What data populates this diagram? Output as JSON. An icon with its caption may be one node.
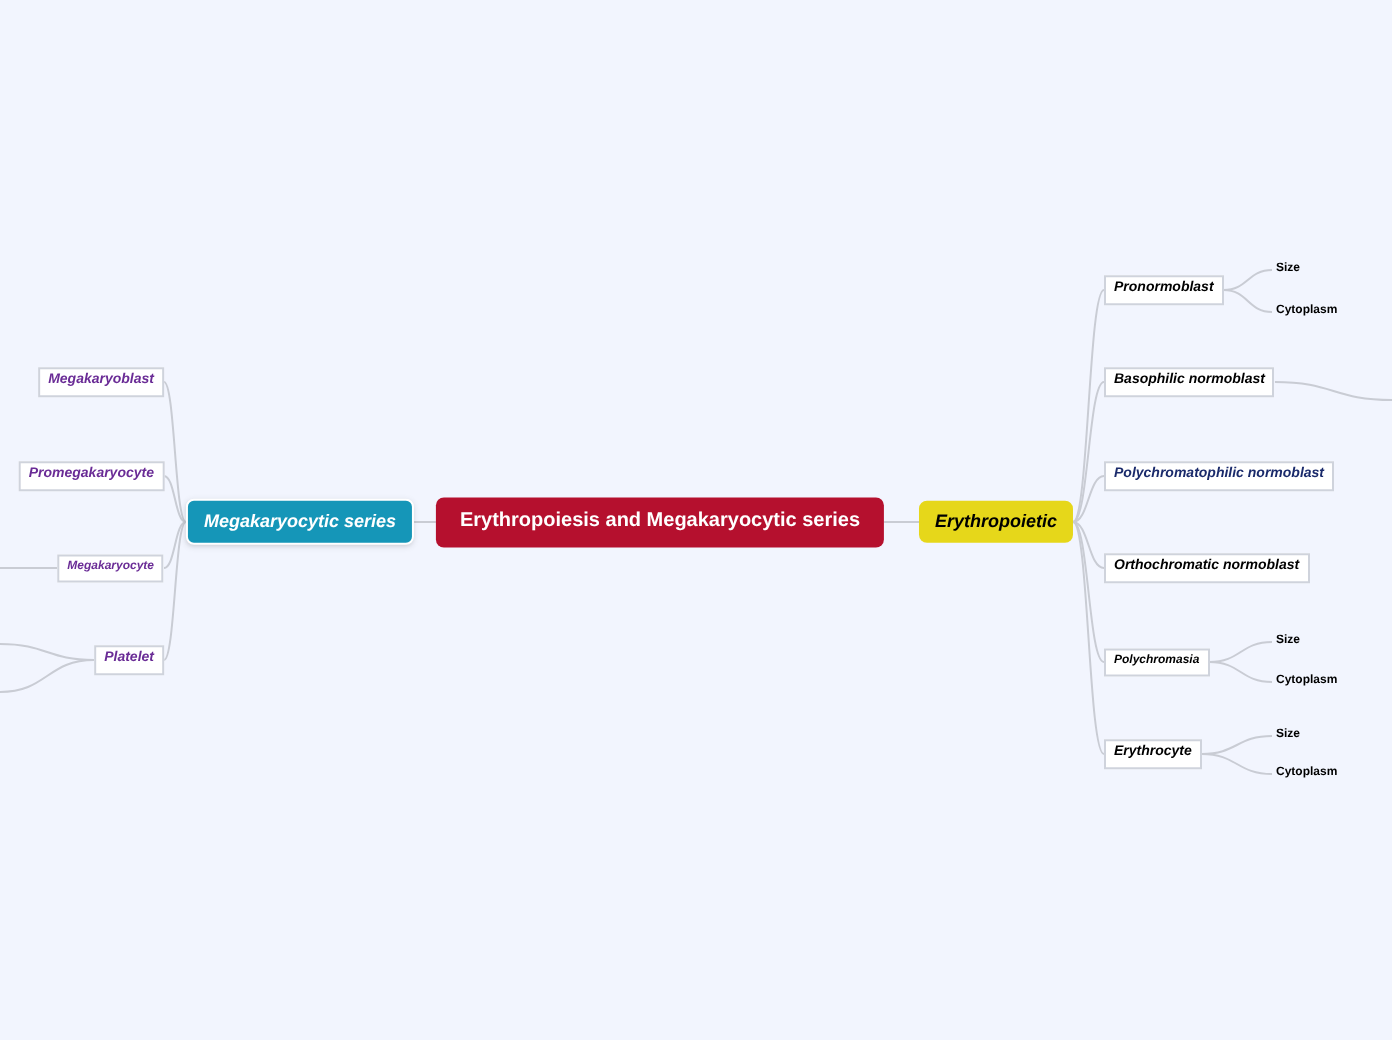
{
  "diagram": {
    "nodes": [
      {
        "text": [
          "Erythropoiesis and Megakaryocytic series"
        ]
      },
      {
        "text": [
          "Megakaryocytic series"
        ]
      },
      {
        "text": [
          "Megakaryoblast"
        ]
      },
      {
        "text": [
          "Promegakaryocyte"
        ]
      },
      {
        "text": [
          "Megakaryocyte"
        ]
      },
      {
        "text": [
          "Platelet"
        ]
      },
      {
        "text": [
          "Erythropoietic"
        ]
      },
      {
        "text": [
          "Pronormoblast"
        ]
      },
      {
        "text": [
          "Size"
        ]
      },
      {
        "text": [
          "Cytoplasm"
        ]
      },
      {
        "text": [
          "Basophilic normoblast"
        ]
      },
      {
        "text": [
          "Polychromatophilic normoblast"
        ]
      },
      {
        "text": [
          "Orthochromatic normoblast"
        ]
      },
      {
        "text": [
          "Polychromasia"
        ]
      },
      {
        "text": [
          "Size"
        ]
      },
      {
        "text": [
          "Cytoplasm"
        ]
      },
      {
        "text": [
          "Erythrocyte"
        ]
      },
      {
        "text": [
          "Size"
        ]
      },
      {
        "text": [
          "Cytoplasm"
        ]
      }
    ],
    "edges": [
      {
        "from": 0,
        "to": 1,
        "arrow": "none"
      },
      {
        "from": 1,
        "to": 2,
        "arrow": "none"
      },
      {
        "from": 1,
        "to": 3,
        "arrow": "none"
      },
      {
        "from": 1,
        "to": 4,
        "arrow": "none"
      },
      {
        "from": 1,
        "to": 5,
        "arrow": "none"
      },
      {
        "from": 4,
        "to": null,
        "arrow": "none"
      },
      {
        "from": 5,
        "to": null,
        "arrow": "none"
      },
      {
        "from": 5,
        "to": null,
        "arrow": "none"
      },
      {
        "from": 0,
        "to": 6,
        "arrow": "none"
      },
      {
        "from": 6,
        "to": 7,
        "arrow": "none"
      },
      {
        "from": 7,
        "to": 8,
        "arrow": "none"
      },
      {
        "from": 7,
        "to": 9,
        "arrow": "none"
      },
      {
        "from": 6,
        "to": 10,
        "arrow": "none"
      },
      {
        "from": 10,
        "to": null,
        "arrow": "none"
      },
      {
        "from": 6,
        "to": 11,
        "arrow": "none"
      },
      {
        "from": 6,
        "to": 12,
        "arrow": "none"
      },
      {
        "from": 6,
        "to": 13,
        "arrow": "none"
      },
      {
        "from": 13,
        "to": 14,
        "arrow": "none"
      },
      {
        "from": 13,
        "to": 15,
        "arrow": "none"
      },
      {
        "from": 6,
        "to": 16,
        "arrow": "none"
      },
      {
        "from": 16,
        "to": 17,
        "arrow": "none"
      },
      {
        "from": 16,
        "to": 18,
        "arrow": "none"
      }
    ]
  }
}
